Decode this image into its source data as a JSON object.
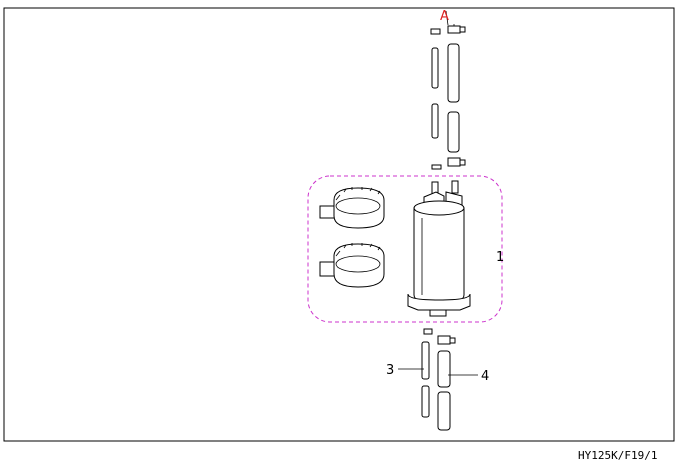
{
  "callouts": {
    "a": "A",
    "one": "1",
    "three": "3",
    "four": "4"
  },
  "drawing_code": "HY125K/F19/1",
  "colors": {
    "line": "#000000",
    "group_outline": "#cc33cc",
    "callout_a": "#dd2222"
  }
}
